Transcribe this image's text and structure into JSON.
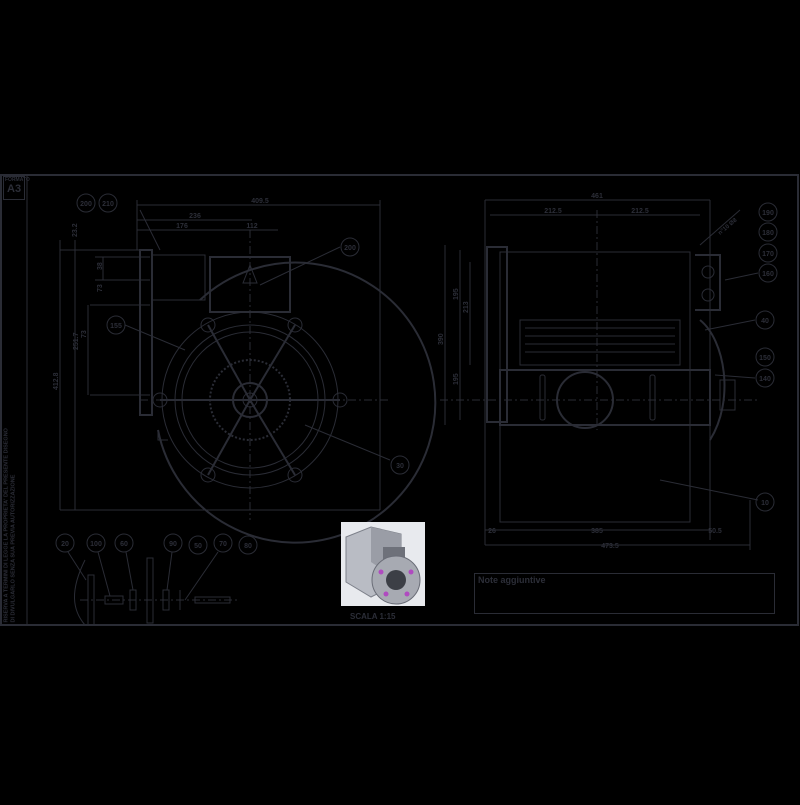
{
  "sheet": {
    "format_label": "FORMATO",
    "format_value": "A3",
    "legal_line_1": "RISERVA A TERMINI DI LEGGE LA PROPRIETA' DEL PRESENTE DISEGNO",
    "legal_line_2": "DI DIVULGARLO SENZA SUA PREVIA AUTORIZZAZIONE",
    "line_color": "#2a2c35",
    "background": "#000000"
  },
  "front_view": {
    "dimensions": {
      "overall_width": "409.5",
      "width_236": "236",
      "width_176": "176",
      "width_112": "112",
      "top_offset": "23.2",
      "height_overall": "412.8",
      "height_inner": "251.7",
      "height_73": "73",
      "height_38": "38"
    },
    "balloons": [
      "200",
      "210",
      "200",
      "155",
      "30"
    ]
  },
  "side_view": {
    "dimensions": {
      "overall_width": "461",
      "half_left": "212.5",
      "half_right": "212.5",
      "hole_note": "n°10 Ø8",
      "height_overall": "390",
      "height_195_top": "195",
      "height_213": "213",
      "height_195_bottom": "195",
      "bottom_left": "26",
      "bottom_mid": "385",
      "bottom_right": "50.5",
      "bottom_overall": "473.5"
    },
    "balloons": [
      "190",
      "180",
      "170",
      "160",
      "40",
      "150",
      "140",
      "10"
    ]
  },
  "exploded_view": {
    "balloons": [
      "20",
      "100",
      "60",
      "90",
      "50",
      "70",
      "80"
    ]
  },
  "thumbnail": {
    "scale_label": "SCALA 1:15"
  },
  "notes": {
    "label": "Note aggiuntive"
  }
}
